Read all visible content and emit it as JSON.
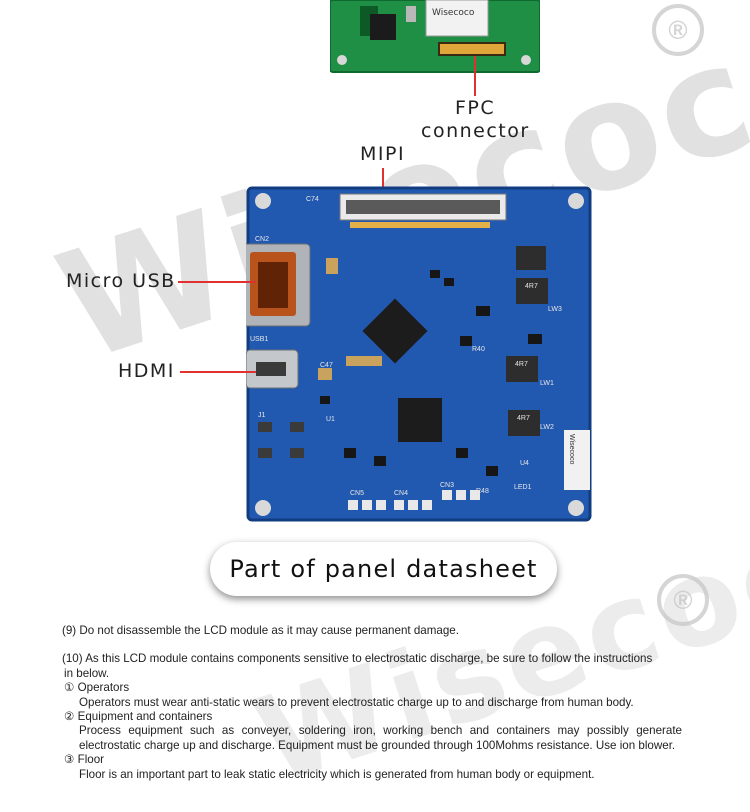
{
  "labels": {
    "fpc": [
      "FPC",
      "connector"
    ],
    "mipi": "MIPI",
    "micro_usb": "Micro USB",
    "hdmi": "HDMI"
  },
  "banner": "Part of panel datasheet",
  "watermark": {
    "text": "Wisecoco",
    "registered": "®"
  },
  "pcb_markings": {
    "cn2": "CN2",
    "usb1": "USB1",
    "j1": "J1",
    "c74": "C74",
    "c47": "C47",
    "cn5": "CN5",
    "cn4": "CN4",
    "cn3": "CN3",
    "u1": "U1",
    "u4": "U4",
    "lw1": "LW1",
    "lw2": "LW2",
    "lw3": "LW3",
    "r40": "R40",
    "r48": "R48",
    "led1": "LED1",
    "ind": "4R7",
    "logo": "Wisecoco"
  },
  "datasheet": {
    "item9": "(9) Do not disassemble the LCD module as it may cause permanent damage.",
    "item10_line1": "(10) As this LCD module contains components sensitive to electrostatic discharge, be sure to follow the instructions",
    "item10_line2": "in below.",
    "sub1_title": "① Operators",
    "sub1_text": "Operators must wear anti-static wears to prevent electrostatic charge up to and discharge from human body.",
    "sub2_title": "② Equipment and containers",
    "sub2_text": "Process equipment such as conveyer, soldering iron, working bench and containers may possibly generate electrostatic charge up and discharge. Equipment must be grounded through 100Mohms resistance. Use ion blower.",
    "sub3_title": "③ Floor",
    "sub3_text": "Floor is an important part to leak static electricity which is generated from human body or equipment."
  }
}
